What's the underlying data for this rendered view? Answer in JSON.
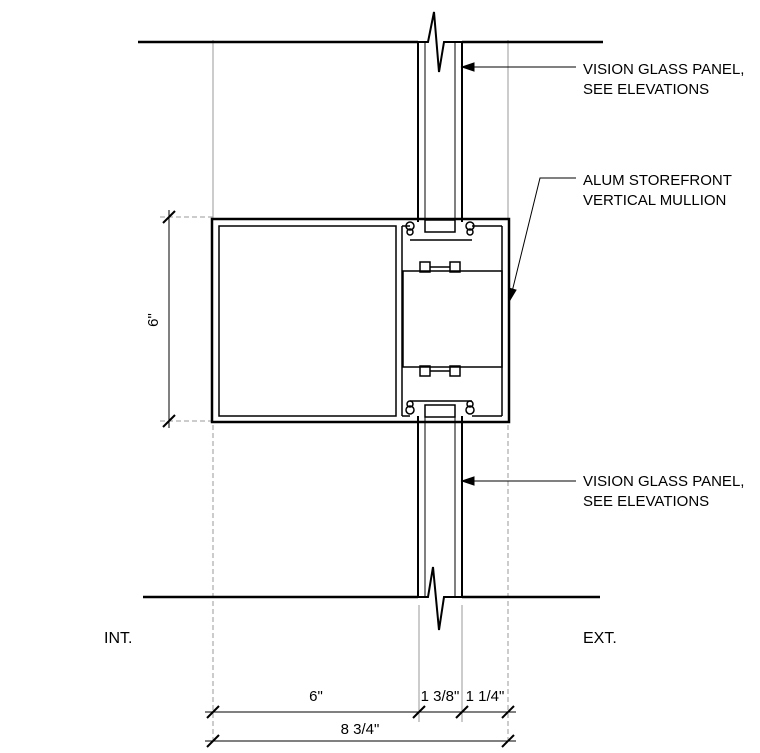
{
  "colors": {
    "line": "#000000",
    "background": "#ffffff",
    "hidden_line": "#999999"
  },
  "callouts": {
    "top_glass": {
      "line1": "VISION GLASS PANEL,",
      "line2": "SEE ELEVATIONS"
    },
    "mullion": {
      "line1": "ALUM STOREFRONT",
      "line2": "VERTICAL MULLION"
    },
    "bottom_glass": {
      "line1": "VISION GLASS PANEL,",
      "line2": "SEE ELEVATIONS"
    }
  },
  "side_labels": {
    "interior": "INT.",
    "exterior": "EXT."
  },
  "dimensions": {
    "mullion_depth": "6\"",
    "interior_depth": "6\"",
    "glass_depth": "1 3/8\"",
    "exterior_depth": "1 1/4\"",
    "overall_depth": "8 3/4\""
  }
}
